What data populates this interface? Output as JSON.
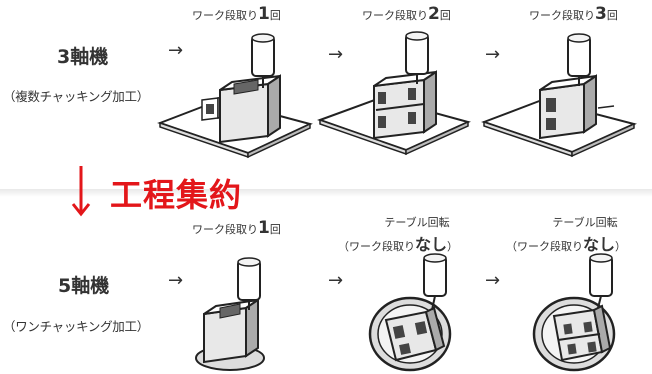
{
  "row_3axis": {
    "title": "3軸機",
    "subtitle": "（複数チャッキング加工）",
    "arrows": [
      "→",
      "→",
      "→"
    ],
    "steps": [
      {
        "prefix": "ワーク段取り",
        "number": "1",
        "suffix": "回"
      },
      {
        "prefix": "ワーク段取り",
        "number": "2",
        "suffix": "回"
      },
      {
        "prefix": "ワーク段取り",
        "number": "3",
        "suffix": "回"
      }
    ]
  },
  "merge": {
    "title": "工程集約",
    "arrow_color": "#e3161a"
  },
  "row_5axis": {
    "title": "5軸機",
    "subtitle": "（ワンチャッキング加工）",
    "arrows": [
      "→",
      "→",
      "→"
    ],
    "step1": {
      "prefix": "ワーク段取り",
      "number": "1",
      "suffix": "回"
    },
    "step2": {
      "line1": "テーブル回転",
      "sub_open": "（ワーク段取り",
      "sub_big": "なし",
      "sub_close": "）"
    },
    "step3": {
      "line1": "テーブル回転",
      "sub_open": "（ワーク段取り",
      "sub_big": "なし",
      "sub_close": "）"
    }
  }
}
